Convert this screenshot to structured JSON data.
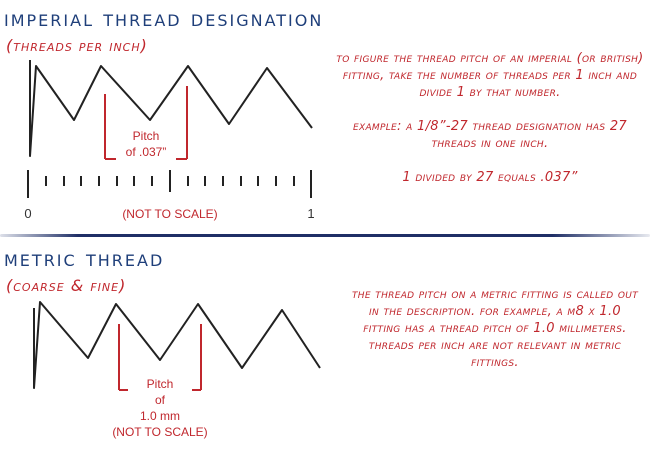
{
  "imperial": {
    "title": "Imperial Thread Designation",
    "subtitle": "(Threads Per Inch)",
    "pitch_label_line1": "Pitch",
    "pitch_label_line2": "of .037”",
    "scale_start": "0",
    "scale_end": "1",
    "not_to_scale": "(NOT TO SCALE)",
    "description": "To figure the thread pitch of an imperial (or British) fitting, take the number of threads per 1 inch and divide 1 by that number.",
    "example": "Example: A 1/8”-27 thread designation has 27 threads in one inch.",
    "calculation": "1 divided by 27 equals .037”"
  },
  "metric": {
    "title": "Metric Thread",
    "subtitle": "(Coarse & Fine)",
    "pitch_label_line1": "Pitch",
    "pitch_label_line2": "of",
    "pitch_label_line3": "1.0 mm",
    "not_to_scale": "(NOT TO SCALE)",
    "description": "The thread pitch on a metric fitting is called out in the description. For example, a M8 x 1.0 fitting has a thread pitch of 1.0 millimeters. Threads per inch are not relevant in metric fittings."
  },
  "colors": {
    "heading": "#1f3f7a",
    "accent_red": "#c0272d",
    "line": "#222222"
  }
}
